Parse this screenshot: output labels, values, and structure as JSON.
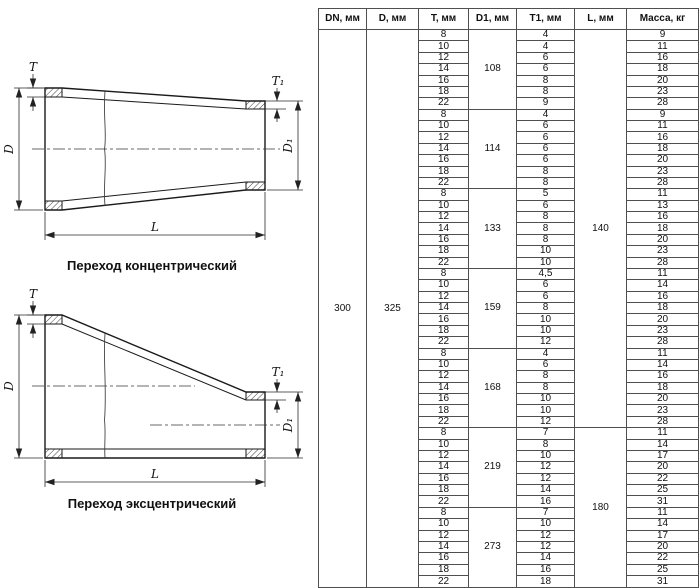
{
  "drawings": {
    "concentric": {
      "caption": "Переход концентрический",
      "labels": {
        "t": "T",
        "t1": "T₁",
        "d": "D",
        "d1": "D₁",
        "l": "L"
      }
    },
    "eccentric": {
      "caption": "Переход эксцентрический",
      "labels": {
        "t": "T",
        "t1": "T₁",
        "d": "D",
        "d1": "D₁",
        "l": "L"
      }
    }
  },
  "table": {
    "headers": [
      "DN, мм",
      "D, мм",
      "T, мм",
      "D1, мм",
      "T1, мм",
      "L, мм",
      "Масса, кг"
    ],
    "dn": "300",
    "d": "325",
    "l_spans": [
      {
        "value": "140",
        "groups": 5
      },
      {
        "value": "180",
        "groups": 2
      }
    ],
    "groups": [
      {
        "d1": "108",
        "rows": [
          [
            "8",
            "4",
            "9"
          ],
          [
            "10",
            "4",
            "11"
          ],
          [
            "12",
            "6",
            "16"
          ],
          [
            "14",
            "6",
            "18"
          ],
          [
            "16",
            "8",
            "20"
          ],
          [
            "18",
            "8",
            "23"
          ],
          [
            "22",
            "9",
            "28"
          ]
        ]
      },
      {
        "d1": "114",
        "rows": [
          [
            "8",
            "4",
            "9"
          ],
          [
            "10",
            "6",
            "11"
          ],
          [
            "12",
            "6",
            "16"
          ],
          [
            "14",
            "6",
            "18"
          ],
          [
            "16",
            "6",
            "20"
          ],
          [
            "18",
            "8",
            "23"
          ],
          [
            "22",
            "8",
            "28"
          ]
        ]
      },
      {
        "d1": "133",
        "rows": [
          [
            "8",
            "5",
            "11"
          ],
          [
            "10",
            "6",
            "13"
          ],
          [
            "12",
            "8",
            "16"
          ],
          [
            "14",
            "8",
            "18"
          ],
          [
            "16",
            "8",
            "20"
          ],
          [
            "18",
            "10",
            "23"
          ],
          [
            "22",
            "10",
            "28"
          ]
        ]
      },
      {
        "d1": "159",
        "rows": [
          [
            "8",
            "4,5",
            "11"
          ],
          [
            "10",
            "6",
            "14"
          ],
          [
            "12",
            "6",
            "16"
          ],
          [
            "14",
            "8",
            "18"
          ],
          [
            "16",
            "10",
            "20"
          ],
          [
            "18",
            "10",
            "23"
          ],
          [
            "22",
            "12",
            "28"
          ]
        ]
      },
      {
        "d1": "168",
        "rows": [
          [
            "8",
            "4",
            "11"
          ],
          [
            "10",
            "6",
            "14"
          ],
          [
            "12",
            "8",
            "16"
          ],
          [
            "14",
            "8",
            "18"
          ],
          [
            "16",
            "10",
            "20"
          ],
          [
            "18",
            "10",
            "23"
          ],
          [
            "22",
            "12",
            "28"
          ]
        ]
      },
      {
        "d1": "219",
        "rows": [
          [
            "8",
            "7",
            "11"
          ],
          [
            "10",
            "8",
            "14"
          ],
          [
            "12",
            "10",
            "17"
          ],
          [
            "14",
            "12",
            "20"
          ],
          [
            "16",
            "12",
            "22"
          ],
          [
            "18",
            "14",
            "25"
          ],
          [
            "22",
            "16",
            "31"
          ]
        ]
      },
      {
        "d1": "273",
        "rows": [
          [
            "8",
            "7",
            "11"
          ],
          [
            "10",
            "10",
            "14"
          ],
          [
            "12",
            "12",
            "17"
          ],
          [
            "14",
            "12",
            "20"
          ],
          [
            "16",
            "14",
            "22"
          ],
          [
            "18",
            "16",
            "25"
          ],
          [
            "22",
            "18",
            "31"
          ]
        ]
      }
    ]
  }
}
